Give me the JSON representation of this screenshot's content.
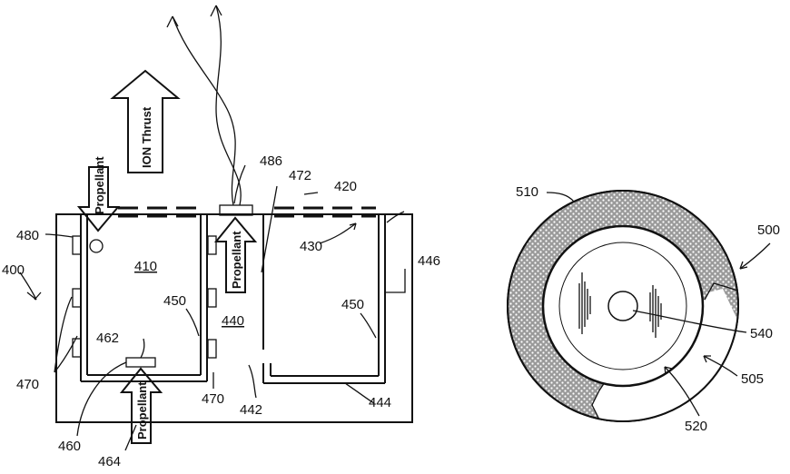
{
  "figure_left": {
    "text_labels": {
      "ion_thrust": "ION Thrust",
      "propellant_top_left": "Propellant",
      "propellant_center": "Propellant",
      "propellant_bottom": "Propellant"
    },
    "reference_numerals": {
      "n400": "400",
      "n410": "410",
      "n420": "420",
      "n430": "430",
      "n440": "440",
      "n442": "442",
      "n444": "444",
      "n446": "446",
      "n450_left": "450",
      "n450_right": "450",
      "n460": "460",
      "n462": "462",
      "n464": "464",
      "n470_left": "470",
      "n470_mid": "470",
      "n472": "472",
      "n480": "480",
      "n486": "486"
    }
  },
  "figure_right": {
    "reference_numerals": {
      "n500": "500",
      "n505": "505",
      "n510": "510",
      "n520": "520",
      "n540": "540"
    }
  }
}
